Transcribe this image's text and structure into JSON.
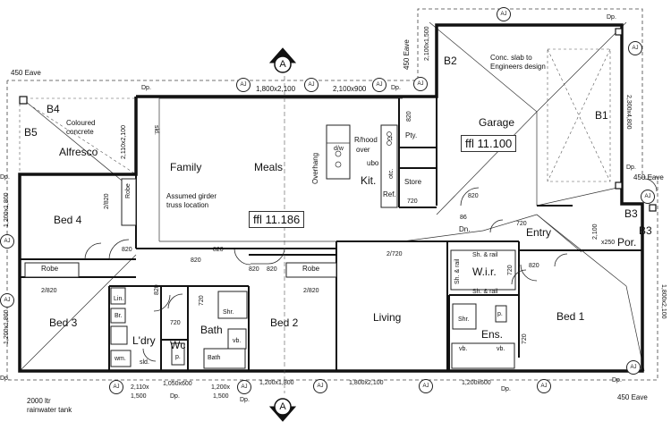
{
  "rooms": {
    "alfresco": "Alfresco",
    "family": "Family",
    "meals": "Meals",
    "garage": "Garage",
    "bed4": "Bed 4",
    "bed3": "Bed 3",
    "bed2": "Bed 2",
    "bed1": "Bed 1",
    "living": "Living",
    "entry": "Entry",
    "kit": "Kit.",
    "ldry": "L'dry",
    "bath": "Bath",
    "wc": "Wc",
    "ens": "Ens.",
    "wir": "W.i.r.",
    "por": "Por.",
    "pty": "Pty.",
    "store": "Store",
    "ref": "Ref."
  },
  "levels": {
    "main": "ffl 11.186",
    "garage": "ffl 11.100"
  },
  "notes": {
    "coloured_concrete": "Coloured\nconcrete",
    "girder": "Assumed girder\ntruss location",
    "slab": "Conc. slab to\nEngineers design",
    "rainwater": "2000 ltr\nrainwater tank",
    "rhood": "R/hood",
    "over": "over",
    "ubo": "ubo",
    "overhang": "Overhang",
    "sld_top": "sld.",
    "sld_bottom": "sld.",
    "dn": "Dn.",
    "dw": "d/w",
    "ct": "ct",
    "otc": "otc.",
    "x250": "x250"
  },
  "fixtures": {
    "robe_bed4": "Robe",
    "robe_bed3": "Robe",
    "robe_bed2": "Robe",
    "shrail_top": "Sh. & rail",
    "shrail_side": "Sh. & rail",
    "shrail_bottom": "Sh. & rail",
    "lin": "Lin.",
    "br": "Br.",
    "shr_bath": "Shr.",
    "shr_ens": "Shr.",
    "vb_bath": "vb.",
    "vb_ens1": "vb.",
    "vb_ens2": "vb.",
    "bath_tub": "Bath",
    "wm": "wm.",
    "p_wc": "p.",
    "p_ens": "p."
  },
  "eaves": {
    "left_top": "450 Eave",
    "garage_left": "450 Eave",
    "right_top": "450 Eave",
    "bottom_right": "450 Eave"
  },
  "beams": {
    "b1": "B1",
    "b2": "B2",
    "b3a": "B3",
    "b3b": "B3",
    "b4": "B4",
    "b5": "B5"
  },
  "windows": {
    "w_top1": "1,800x2,100",
    "w_top2": "2,100x900",
    "w_garage_top": "2,100x1,500",
    "w_garage_right": "2,300x4,800",
    "w_alfresco": "2,110x2,100",
    "w_left1": "1,200x1,800",
    "w_left2": "1,200x1,800",
    "w_right_entry": "2,100",
    "w_right_bed1": "1,800x2,100",
    "w_bot1a": "2,110x",
    "w_bot1b": "1,500",
    "w_bot2": "1,050x600",
    "w_bot3a": "1,200x",
    "w_bot3b": "1,500",
    "w_bot4": "1,200x1,800",
    "w_bot5": "1,800x2,100",
    "w_bot6": "1,200x600"
  },
  "doors": {
    "d_pty": "820",
    "d_store": "720",
    "d_garage": "820",
    "d_entry_86": "86",
    "d_bed4_side": "2/820",
    "d_bed4": "820",
    "d_hall": "820",
    "d_living": "2/720",
    "d_robe4": "2/820",
    "d_robe2": "2/820",
    "d_ldry": "820",
    "d_bath_top": "720",
    "d_wc": "720",
    "d_bed2": "820",
    "d_bed2_b": "820",
    "d_wir": "720",
    "d_bed1": "820",
    "d_ens": "720",
    "d_bath": "820",
    "d_entry": "720"
  },
  "sections": {
    "top": "A",
    "bottom": "A"
  },
  "tags": {
    "aj": "AJ",
    "dp": "Dp."
  }
}
